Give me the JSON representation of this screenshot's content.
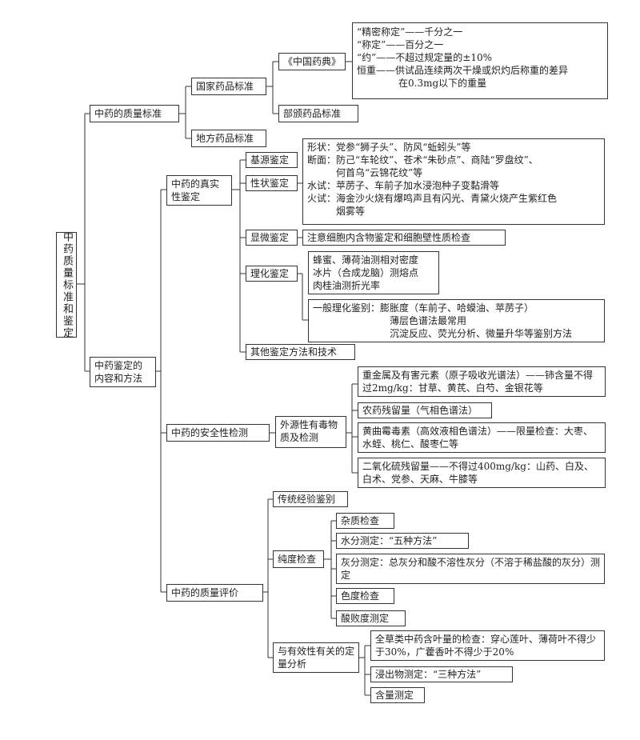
{
  "root": "中药质量标准和鉴定",
  "n1": "中药的质量标准",
  "n1a": "国家药品标准",
  "n1a1": "《中国药典》",
  "n1a1_lines": [
    "“精密称定”——千分之一",
    "“称定”——百分之一",
    "“约”——不超过规定量的±10%",
    "恒重——供试品连续两次干燥或炽灼后称重的差异",
    "在0.3mg以下的重量"
  ],
  "n1a2": "部颁药品标准",
  "n1b": "地方药品标准",
  "n2": "中药鉴定的内容和方法",
  "n2a": "中药的真实性鉴定",
  "n2a1": "基源鉴定",
  "n2a2": "性状鉴定",
  "n2a2_lines": [
    "形状：党参“狮子头”、防风“蚯蚓头”等",
    "断面：防己“车轮纹”、苍术“朱砂点”、商陆“罗盘纹”、",
    "何首乌“云锦花纹”等",
    "水试：苹苈子、车前子加水浸泡种子变黏滑等",
    "火试：海金沙火烧有爆鸣声且有闪光、青黛火烧产生紫红色",
    "烟雾等"
  ],
  "n2a3": "显微鉴定",
  "n2a3_desc": "注意细胞内含物鉴定和细胞壁性质检查",
  "n2a4": "理化鉴定",
  "n2a4_lines1": [
    "蜂蜜、薄荷油测相对密度",
    "冰片（合成龙脑）测熔点",
    "肉桂油测折光率"
  ],
  "n2a4_lines2": [
    "一般理化鉴别：膨胀度（车前子、哈蟆油、苹苈子）",
    "薄层色谱法最常用",
    "沉淀反应、荧光分析、微量升华等鉴别方法"
  ],
  "n2a5": "其他鉴定方法和技术",
  "n2b": "中药的安全性检测",
  "n2b1": "外源性有毒物质及检测",
  "n2b1_items": [
    "重金属及有害元素（原子吸收光谱法）——铈含量不得过2mg/kg：甘草、黄芪、白芍、金银花等",
    "农药残留量（气相色谱法）",
    "黄曲霉毒素（高效液相色谱法）——限量检查：大枣、水蛭、桃仁、酸枣仁等",
    "二氧化硫残留量——不得过400mg/kg：山药、白及、白术、党参、天麻、牛膝等"
  ],
  "n2c": "中药的质量评价",
  "n2c1": "传统经验鉴别",
  "n2c2": "纯度检查",
  "n2c2_items": [
    "杂质检查",
    "水分测定：“五种方法”",
    "灰分测定：总灰分和酸不溶性灰分（不溶于稀盐酸的灰分）测定",
    "色度检查",
    "酸败度测定"
  ],
  "n2c3": "与有效性有关的定量分析",
  "n2c3_items": [
    "全草类中药含叶量的检查：穿心莲叶、薄荷叶不得少于30%，广藿香叶不得少于20%",
    "浸出物测定：“三种方法”",
    "含量测定"
  ]
}
